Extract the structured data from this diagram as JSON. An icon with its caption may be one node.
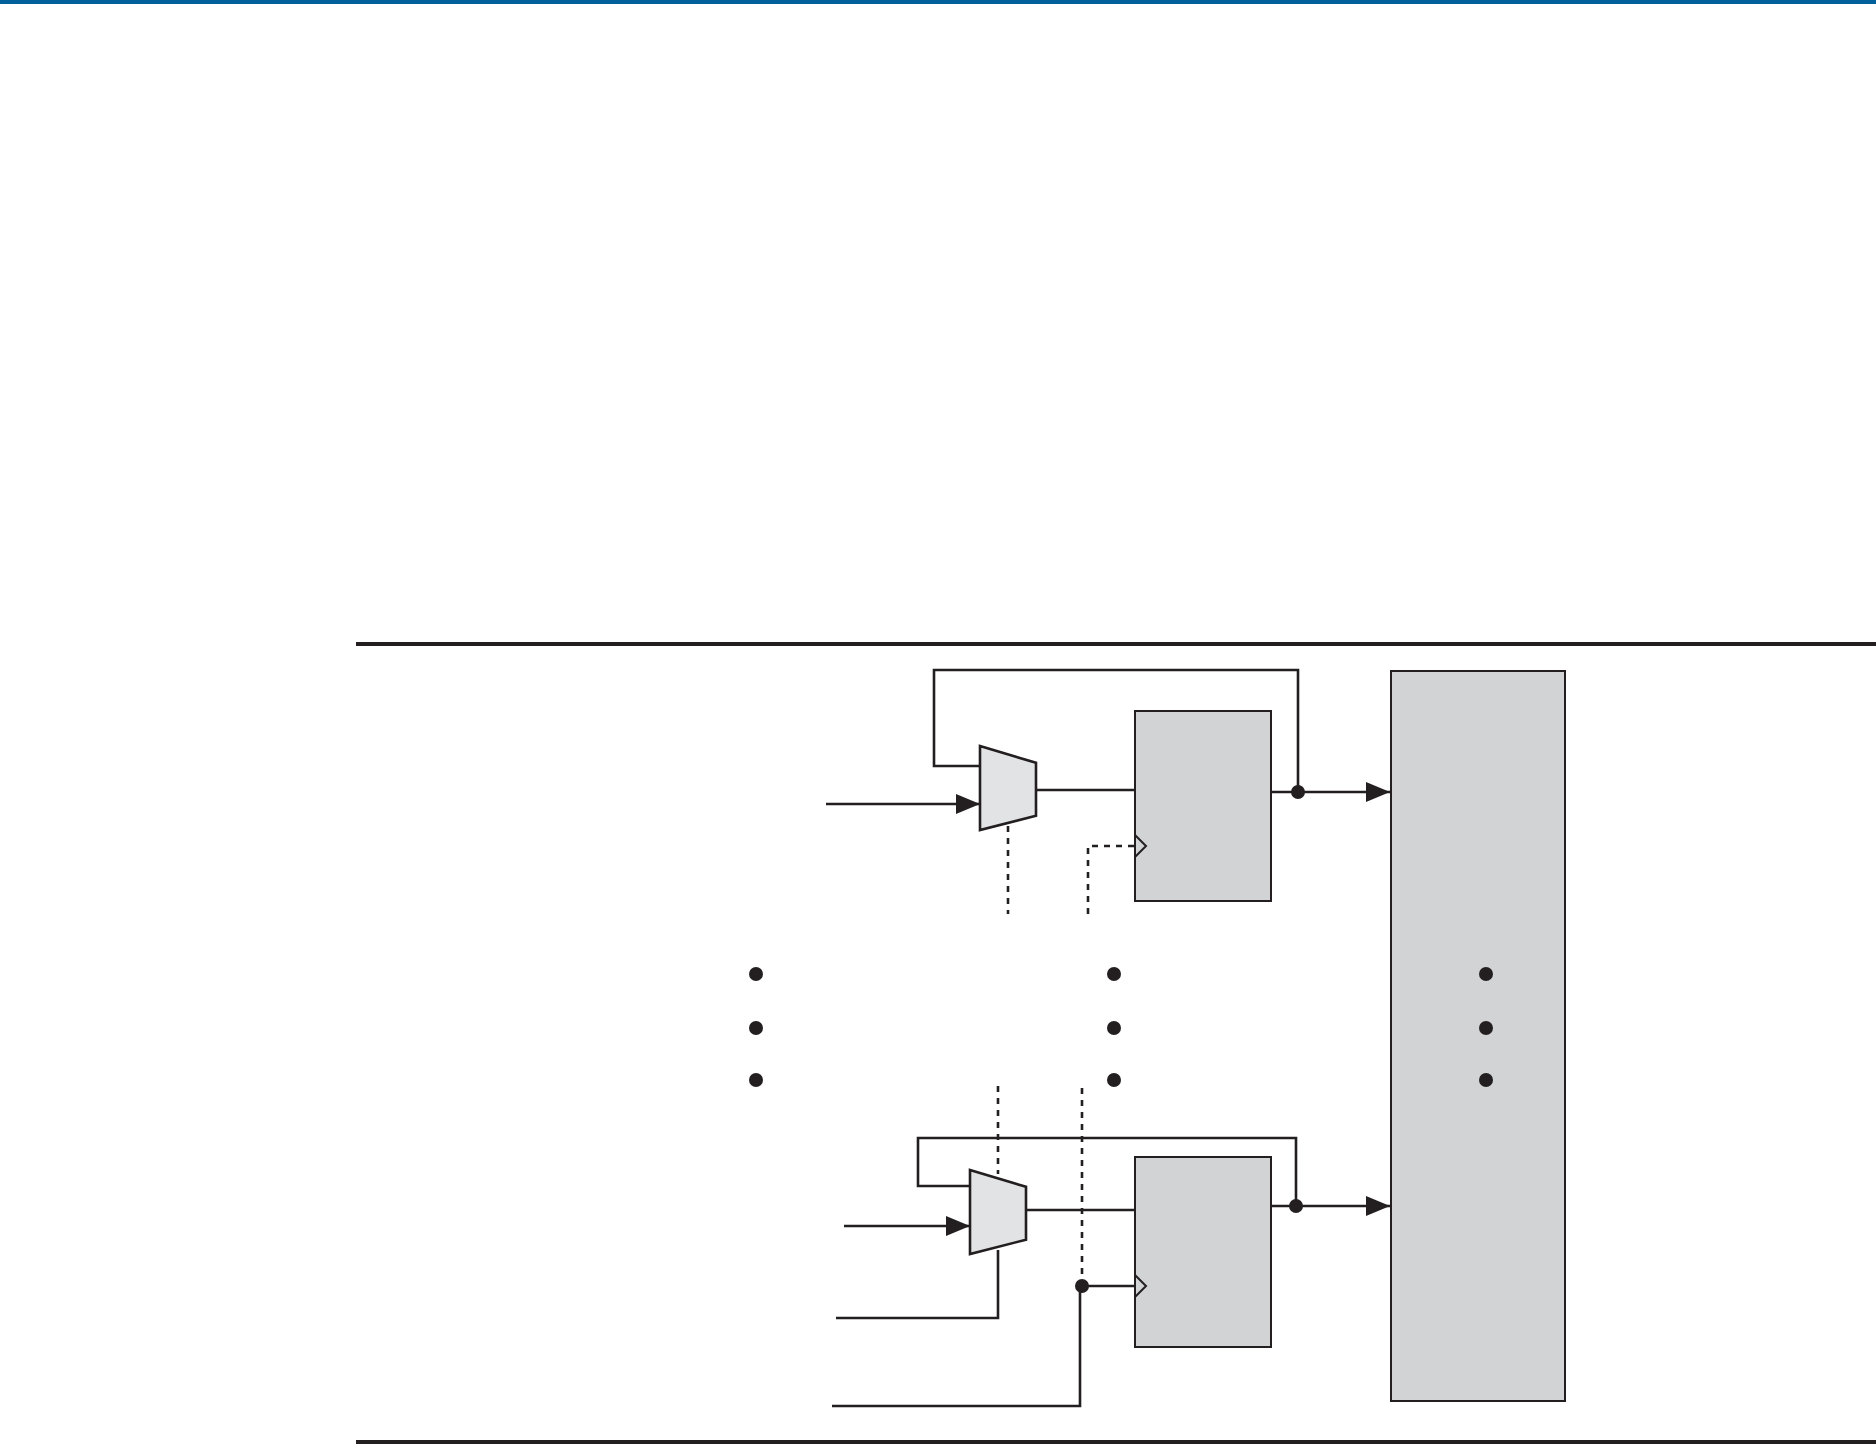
{
  "diagram": {
    "nodes": [
      {
        "text": [],
        "shape": "trapezoid"
      },
      {
        "text": [],
        "shape": "box"
      },
      {
        "text": [],
        "shape": "trapezoid"
      },
      {
        "text": [],
        "shape": "box"
      },
      {
        "text": [],
        "shape": "box"
      }
    ],
    "edges": [
      {
        "from": 0,
        "to": 1,
        "arrow": "none"
      },
      {
        "from": 1,
        "to": 4,
        "arrow": "to"
      },
      {
        "from": 1,
        "to": 0,
        "arrow": "other"
      },
      {
        "from": null,
        "to": 0,
        "arrow": "to"
      },
      {
        "from": 0,
        "to": null,
        "arrow": "none",
        "style": "dashed"
      },
      {
        "from": null,
        "to": 1,
        "arrow": "to",
        "style": "dashed"
      },
      {
        "from": 2,
        "to": 3,
        "arrow": "none"
      },
      {
        "from": 3,
        "to": 4,
        "arrow": "to"
      },
      {
        "from": 3,
        "to": 2,
        "arrow": "other"
      },
      {
        "from": null,
        "to": 2,
        "arrow": "to"
      },
      {
        "from": null,
        "to": 2,
        "arrow": "none"
      },
      {
        "from": null,
        "to": 2,
        "arrow": "none",
        "style": "dashed"
      },
      {
        "from": null,
        "to": 3,
        "arrow": "to"
      },
      {
        "from": 3,
        "to": null,
        "arrow": "other",
        "style": "dashed"
      }
    ]
  }
}
